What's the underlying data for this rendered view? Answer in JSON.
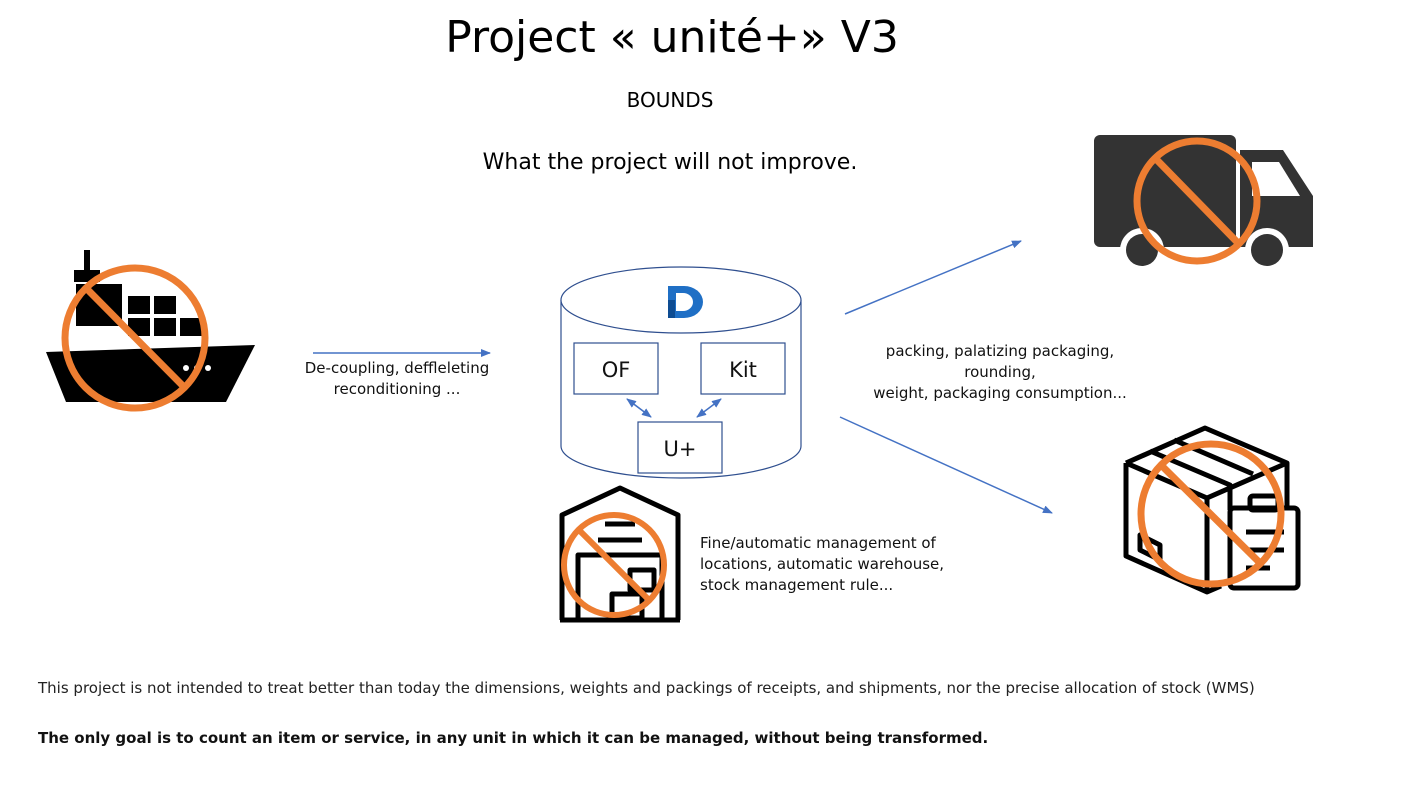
{
  "header": {
    "title": "Project « unité+» V3",
    "subtitle": "BOUNDS",
    "tagline": "What the project will not improve."
  },
  "diagram": {
    "ship_label": [
      "De-coupling, deffleleting",
      "reconditioning ..."
    ],
    "right_label": [
      "packing, palatizing packaging,",
      "rounding,",
      "weight, packaging consumption..."
    ],
    "warehouse_label": [
      "Fine/automatic management of",
      "locations, automatic warehouse,",
      "stock management rule..."
    ],
    "boxes": {
      "of": "OF",
      "kit": "Kit",
      "uplus": "U+"
    },
    "icons": [
      "ship-icon",
      "truck-icon",
      "package-icon",
      "warehouse-icon",
      "prohibited-icon",
      "database-cylinder-icon",
      "logo-d-icon"
    ]
  },
  "footer": {
    "line1": "This project is not intended to treat better than today the dimensions, weights and packings of receipts, and shipments, nor the precise allocation of stock (WMS)",
    "line2": "The only goal is to count an item or service, in any unit in which it can be managed, without being transformed."
  },
  "colors": {
    "arrow": "#4472C4",
    "prohibited": "#ED7D31",
    "icon": "#000000",
    "truck": "#333333",
    "cylinder_stroke": "#2F4F8F",
    "logo": "#1F6FC5"
  }
}
